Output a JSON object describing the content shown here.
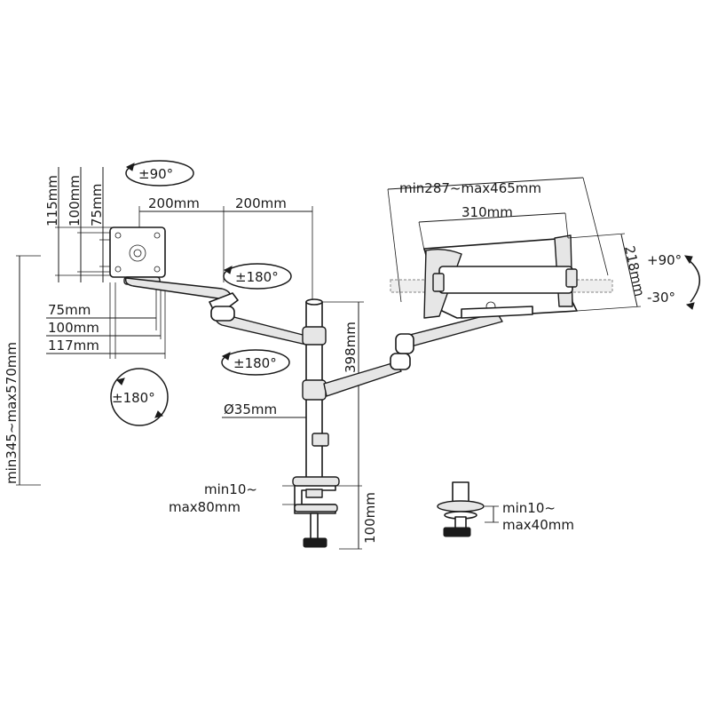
{
  "vesa": {
    "height_outer": "115mm",
    "height_mid": "100mm",
    "height_inner": "75mm",
    "width_inner": "75mm",
    "width_mid": "100mm",
    "width_outer": "117mm"
  },
  "rotation": {
    "tilt": "±90°",
    "swivel_upper": "±180°",
    "swivel_lower": "±180°",
    "rotate_screen": "±180°"
  },
  "arm": {
    "segment_1": "200mm",
    "segment_2": "200mm",
    "pole_height": "398mm",
    "pole_diameter": "Ø35mm",
    "height_range": "min345~max570mm"
  },
  "laptop_tray": {
    "width_range": "min287~max465mm",
    "inner_width": "310mm",
    "depth": "218mm",
    "tilt_up": "+90°",
    "tilt_down": "-30°"
  },
  "clamp": {
    "range_line1": "min10~",
    "range_line2": "max80mm",
    "height": "100mm"
  },
  "grommet": {
    "range_line1": "min10~",
    "range_line2": "max40mm"
  }
}
